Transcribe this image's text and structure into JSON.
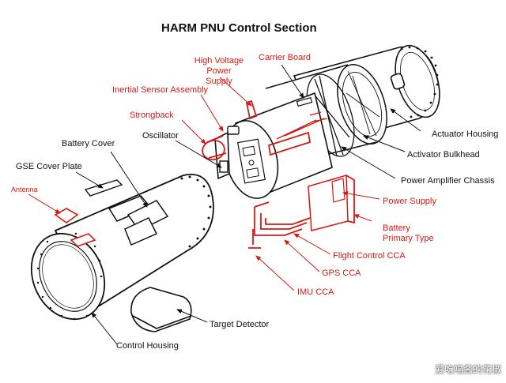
{
  "title": "HARM PNU Control Section",
  "labels": {
    "high_voltage_power_supply": "High Voltage\nPower Supply",
    "carrier_board": "Carrier Board",
    "inertial_sensor_assembly": "Inertial Sensor Assembly",
    "strongback": "Strongback",
    "oscillator": "Oscillator",
    "battery_cover": "Battery Cover",
    "gse_cover_plate": "GSE Cover Plate",
    "antenna": "Antenna",
    "actuator_housing": "Actuator Housing",
    "activator_bulkhead": "Activator Bulkhead",
    "power_amplifier_chassis": "Power Amplifier Chassis",
    "power_supply": "Power Supply",
    "battery_primary_type": "Battery\nPrimary Type",
    "flight_control_cca": "Flight Control CCA",
    "gps_cca": "GPS CCA",
    "imu_cca": "IMU CCA",
    "target_detector": "Target Detector",
    "control_housing": "Control Housing"
  },
  "watermark": "爱吃喵酱的花椒",
  "colors": {
    "highlight": "#d21a14",
    "line": "#111111"
  }
}
